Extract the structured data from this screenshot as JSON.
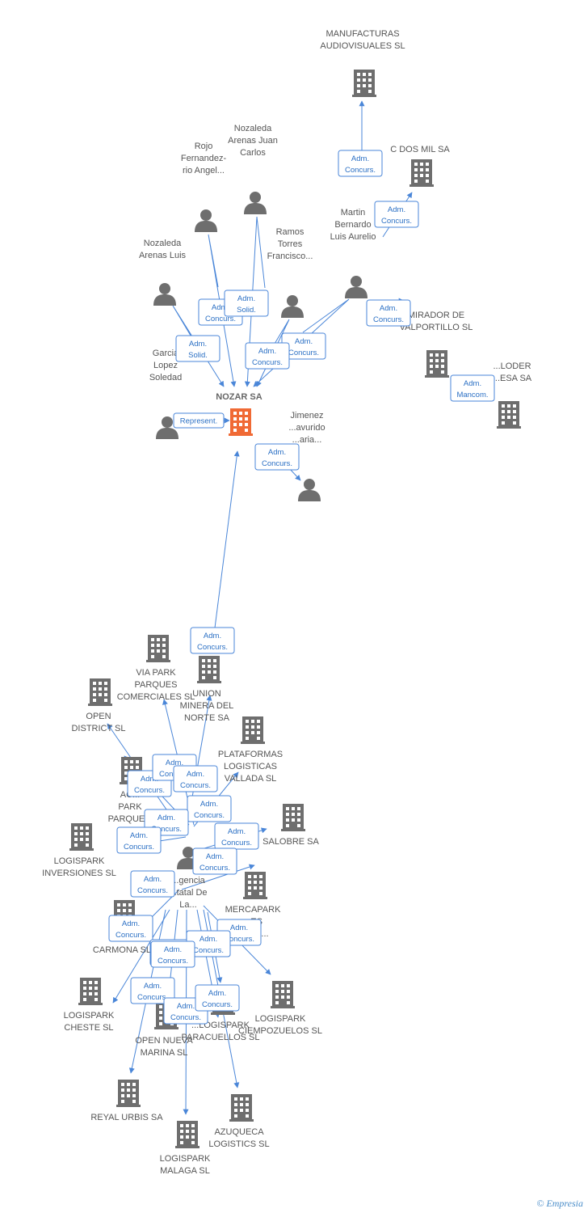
{
  "nodes": {
    "nozar": {
      "kind": "company_main",
      "label": [
        "NOZAR SA"
      ]
    },
    "manufacturas": {
      "kind": "company",
      "label": [
        "MANUFACTURAS",
        "AUDIOVISUALES SL"
      ]
    },
    "cdosmil": {
      "kind": "company",
      "label": [
        "C DOS MIL SA"
      ]
    },
    "mirador": {
      "kind": "company",
      "label": [
        "MIRADOR DE",
        "VALPORTILLO SL"
      ]
    },
    "loder": {
      "kind": "company",
      "label": [
        "...LODER",
        "...ESA SA"
      ]
    },
    "rojo": {
      "kind": "person",
      "label": [
        "Rojo",
        "Fernandez-",
        "rio Angel..."
      ]
    },
    "nozjuan": {
      "kind": "person",
      "label": [
        "Nozaleda",
        "Arenas Juan",
        "Carlos"
      ]
    },
    "martin": {
      "kind": "person",
      "label": [
        "Martin",
        "Bernardo",
        "Luis Aurelio"
      ]
    },
    "nozluis": {
      "kind": "person",
      "label": [
        "Nozaleda",
        "Arenas Luis"
      ]
    },
    "ramos": {
      "kind": "person",
      "label": [
        "Ramos",
        "Torres",
        "Francisco..."
      ]
    },
    "garcia": {
      "kind": "person",
      "label": [
        "Garcia",
        "Lopez",
        "Soledad"
      ]
    },
    "jimenez": {
      "kind": "person",
      "label": [
        "Jimenez",
        "...avurido",
        "...aria..."
      ]
    },
    "agencia": {
      "kind": "person",
      "label": [
        "...gencia",
        "...tatal De",
        "La..."
      ]
    },
    "viapark": {
      "kind": "company",
      "label": [
        "VIA PARK",
        "PARQUES",
        "COMERCIALES SL"
      ]
    },
    "union": {
      "kind": "company",
      "label": [
        "UNION",
        "MINERA DEL",
        "NORTE SA"
      ]
    },
    "opendistrict": {
      "kind": "company",
      "label": [
        "OPEN",
        "DISTRICT SL"
      ]
    },
    "plataformas": {
      "kind": "company",
      "label": [
        "PLATAFORMAS",
        "LOGISTICAS",
        "VALLADA SL"
      ]
    },
    "acpark": {
      "kind": "company",
      "label": [
        "AC...",
        "PARK",
        "PARQUE..."
      ]
    },
    "salobre": {
      "kind": "company",
      "label": [
        "SALOBRE SA"
      ]
    },
    "logiinv": {
      "kind": "company",
      "label": [
        "LOGISPARK",
        "INVERSIONES SL"
      ]
    },
    "mercapark": {
      "kind": "company",
      "label": [
        "MERCAPARK",
        "...ES",
        "...LES..."
      ]
    },
    "carmona": {
      "kind": "company",
      "label": [
        "LO...",
        "CARMONA SL"
      ]
    },
    "cheste": {
      "kind": "company",
      "label": [
        "LOGISPARK",
        "CHESTE SL"
      ]
    },
    "ciempozuelos": {
      "kind": "company",
      "label": [
        "LOGISPARK",
        "CIEMPOZUELOS SL"
      ]
    },
    "openmarina": {
      "kind": "company",
      "label": [
        "OPEN NUEVA",
        "MARINA SL"
      ]
    },
    "paracuellos": {
      "kind": "company",
      "label": [
        "...LOGISPARK",
        "PARACUELLOS SL"
      ]
    },
    "reyal": {
      "kind": "company",
      "label": [
        "REYAL URBIS SA"
      ]
    },
    "azuqueca": {
      "kind": "company",
      "label": [
        "AZUQUECA",
        "LOGISTICS  SL"
      ]
    },
    "malaga": {
      "kind": "company",
      "label": [
        "LOGISPARK",
        "MALAGA SL"
      ]
    }
  },
  "edge_labels": [
    {
      "text": [
        "Adm.",
        "Concurs."
      ]
    },
    {
      "text": [
        "Adm.",
        "Concurs."
      ]
    },
    {
      "text": [
        "Adm.",
        "Concurs."
      ]
    },
    {
      "text": [
        "Adm.",
        "Solid."
      ]
    },
    {
      "text": [
        "Adm.",
        "Concurs."
      ]
    },
    {
      "text": [
        "Adm.",
        "Solid."
      ]
    },
    {
      "text": [
        "Adm.",
        "Concurs."
      ]
    },
    {
      "text": [
        "Adm.",
        "Concurs."
      ]
    },
    {
      "text": [
        "Represent."
      ]
    },
    {
      "text": [
        "Adm.",
        "Mancom."
      ]
    },
    {
      "text": [
        "Adm.",
        "Concurs."
      ]
    },
    {
      "text": [
        "Adm.",
        "Concurs."
      ]
    },
    {
      "text": [
        "Adm.",
        "Concurs."
      ]
    },
    {
      "text": [
        "Adm.",
        "Concurs."
      ]
    },
    {
      "text": [
        "Adm.",
        "Concurs."
      ]
    },
    {
      "text": [
        "Adm.",
        "Concurs."
      ]
    },
    {
      "text": [
        "Adm.",
        "Concurs."
      ]
    },
    {
      "text": [
        "Adm.",
        "Concurs."
      ]
    },
    {
      "text": [
        "Adm.",
        "Concurs."
      ]
    },
    {
      "text": [
        "Adm.",
        "Concurs."
      ]
    },
    {
      "text": [
        "Adm.",
        "Concurs."
      ]
    },
    {
      "text": [
        "Adm.",
        "Concurs."
      ]
    },
    {
      "text": [
        "Adm.",
        "Concurs."
      ]
    },
    {
      "text": [
        "Adm.",
        "Concurs."
      ]
    },
    {
      "text": [
        "Adm.",
        "Concurs."
      ]
    },
    {
      "text": [
        "Adm.",
        "Concurs."
      ]
    },
    {
      "text": [
        "Adm.",
        "Concurs."
      ]
    },
    {
      "text": [
        "Adm.",
        "Concurs."
      ]
    },
    {
      "text": [
        "Adm.",
        "Concurs."
      ]
    },
    {
      "text": [
        "Adm.",
        "Concurs."
      ]
    }
  ],
  "colors": {
    "edge": "#4a86d8",
    "icon": "#6e6e6e",
    "main": "#f06a35"
  },
  "footer": {
    "copyright": "©",
    "brand": "Empresia"
  }
}
